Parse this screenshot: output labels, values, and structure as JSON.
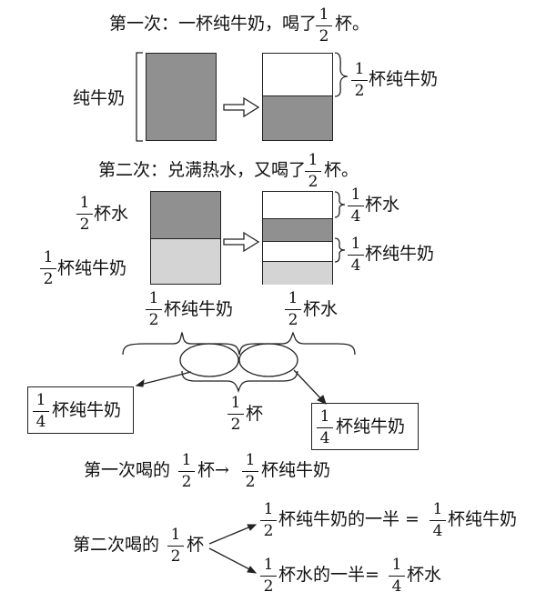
{
  "step1": {
    "prefix": "第一次：一杯纯牛奶，喝了",
    "frac_n": "1",
    "frac_d": "2",
    "suffix": "杯。",
    "left_label": "纯牛奶",
    "right_frac_n": "1",
    "right_frac_d": "2",
    "right_label": "杯纯牛奶"
  },
  "step2": {
    "prefix": "第二次：兑满热水，又喝了",
    "frac_n": "1",
    "frac_d": "2",
    "suffix": "杯。",
    "left_top_frac_n": "1",
    "left_top_frac_d": "2",
    "left_top_label": "杯水",
    "left_bottom_frac_n": "1",
    "left_bottom_frac_d": "2",
    "left_bottom_label": "杯纯牛奶",
    "right_top_frac_n": "1",
    "right_top_frac_d": "4",
    "right_top_label": "杯水",
    "right_mid_frac_n": "1",
    "right_mid_frac_d": "4",
    "right_mid_label": "杯纯牛奶"
  },
  "braces": {
    "left_frac_n": "1",
    "left_frac_d": "2",
    "left_label": "杯纯牛奶",
    "right_frac_n": "1",
    "right_frac_d": "2",
    "right_label": "杯水",
    "center_frac_n": "1",
    "center_frac_d": "2",
    "center_label": "杯",
    "box_left_frac_n": "1",
    "box_left_frac_d": "4",
    "box_left_label": "杯纯牛奶",
    "box_right_frac_n": "1",
    "box_right_frac_d": "4",
    "box_right_label": "杯纯牛奶"
  },
  "summary": {
    "line1_prefix": "第一次喝的",
    "line1_frac_n": "1",
    "line1_frac_d": "2",
    "line1_mid": "杯→",
    "line1_frac2_n": "1",
    "line1_frac2_d": "2",
    "line1_suffix": "杯纯牛奶",
    "line2_prefix": "第二次喝的",
    "line2_frac_n": "1",
    "line2_frac_d": "2",
    "line2_suffix": "杯",
    "branch1_frac_n": "1",
    "branch1_frac_d": "2",
    "branch1_mid": "杯纯牛奶的一半 =",
    "branch1_frac2_n": "1",
    "branch1_frac2_d": "4",
    "branch1_suffix": "杯纯牛奶",
    "branch2_frac_n": "1",
    "branch2_frac_d": "2",
    "branch2_mid": "杯水的一半=",
    "branch2_frac2_n": "1",
    "branch2_frac2_d": "4",
    "branch2_suffix": "杯水"
  },
  "colors": {
    "milk_dark": "#909090",
    "milk_light": "#d4d4d4",
    "water": "#ffffff",
    "line": "#222222"
  }
}
